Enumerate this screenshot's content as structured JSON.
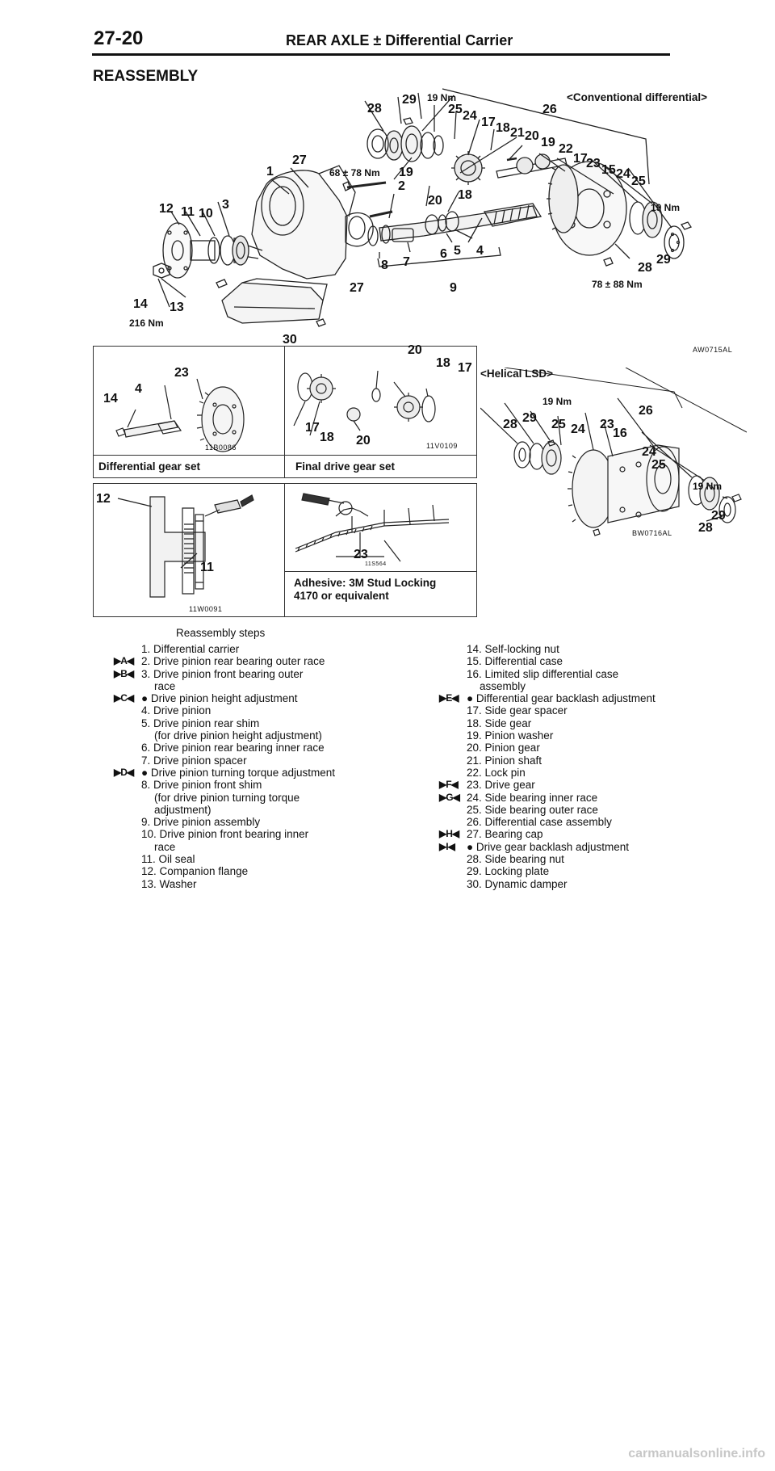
{
  "header": {
    "page_number": "27-20",
    "title": "REAR AXLE ± Differential Carrier"
  },
  "section_title": "REASSEMBLY",
  "diagram_main": {
    "variant_label": "<Conventional differential>",
    "code": "AW0715AL",
    "torques": {
      "t19a": "19 Nm",
      "t68": "68 ± 78 Nm",
      "t19b": "19 Nm",
      "t78": "78 ± 88 Nm",
      "t216": "216 Nm"
    },
    "callouts": {
      "c28": "28",
      "c29": "29",
      "c25": "25",
      "c24": "24",
      "c17a": "17",
      "c18a": "18",
      "c21": "21",
      "c20a": "20",
      "c19a": "19",
      "c26": "26",
      "c22": "22",
      "c17b": "17",
      "c23": "23",
      "c15": "15",
      "c24b": "24",
      "c25b": "25",
      "c27": "27",
      "c1": "1",
      "c19b": "19",
      "c2": "2",
      "c20b": "20",
      "c18b": "18",
      "c3": "3",
      "c12": "12",
      "c11": "11",
      "c10": "10",
      "c8": "8",
      "c7": "7",
      "c6": "6",
      "c5": "5",
      "c4": "4",
      "c28b": "28",
      "c29b": "29",
      "c27b": "27",
      "c9": "9",
      "c14": "14",
      "c13": "13",
      "c30": "30"
    }
  },
  "diagram_sets": {
    "left_caption": "Differential gear set",
    "right_caption": "Final drive gear set",
    "left_code": "11B0086",
    "right_code": "11V0109",
    "left_callouts": {
      "a23": "23",
      "a4": "4",
      "a14": "14"
    },
    "right_callouts": {
      "b20a": "20",
      "b18a": "18",
      "b17a": "17",
      "b17b": "17",
      "b18b": "18",
      "b20b": "20"
    }
  },
  "diagram_seal": {
    "left_code": "11W0091",
    "right_code": "11S564",
    "left_callouts": {
      "s12": "12",
      "s11": "11"
    },
    "right_callouts": {
      "s23": "23"
    },
    "adhesive_caption_1": "Adhesive: 3M Stud Locking",
    "adhesive_caption_2": "4170 or equivalent"
  },
  "diagram_lsd": {
    "variant_label": "<Helical LSD>",
    "code": "BW0716AL",
    "torques": {
      "t19a": "19 Nm",
      "t19b": "19 Nm"
    },
    "callouts": {
      "l28": "28",
      "l29": "29",
      "l25": "25",
      "l24": "24",
      "l23": "23",
      "l26": "26",
      "l16": "16",
      "l24b": "24",
      "l25b": "25",
      "l29b": "29",
      "l28b": "28"
    }
  },
  "steps": {
    "heading": "Reassembly steps",
    "left": [
      {
        "mark": "",
        "text": "1. Differential carrier"
      },
      {
        "mark": "▶A◀",
        "text": "2. Drive pinion rear bearing outer race"
      },
      {
        "mark": "▶B◀",
        "text": "3. Drive pinion front bearing outer"
      },
      {
        "mark": "",
        "text": "race",
        "indent": true
      },
      {
        "mark": "▶C◀",
        "text": "●  Drive pinion height adjustment"
      },
      {
        "mark": "",
        "text": "4. Drive pinion"
      },
      {
        "mark": "",
        "text": "5. Drive pinion rear shim"
      },
      {
        "mark": "",
        "text": "(for drive pinion height adjustment)",
        "indent": true
      },
      {
        "mark": "",
        "text": "6. Drive pinion rear bearing inner race"
      },
      {
        "mark": "",
        "text": "7. Drive pinion spacer"
      },
      {
        "mark": "▶D◀",
        "text": "●  Drive pinion turning torque adjustment"
      },
      {
        "mark": "",
        "text": "8. Drive pinion front shim"
      },
      {
        "mark": "",
        "text": "(for drive pinion turning torque",
        "indent": true
      },
      {
        "mark": "",
        "text": "adjustment)",
        "indent": true
      },
      {
        "mark": "",
        "text": "9. Drive pinion assembly"
      },
      {
        "mark": "",
        "text": "10. Drive pinion front bearing inner"
      },
      {
        "mark": "",
        "text": "race",
        "indent": true
      },
      {
        "mark": "",
        "text": "11. Oil seal"
      },
      {
        "mark": "",
        "text": "12. Companion flange"
      },
      {
        "mark": "",
        "text": "13. Washer"
      }
    ],
    "right": [
      {
        "mark": "",
        "text": "14. Self-locking nut"
      },
      {
        "mark": "",
        "text": "15. Differential case"
      },
      {
        "mark": "",
        "text": "16. Limited slip differential case"
      },
      {
        "mark": "",
        "text": "assembly",
        "indent": true
      },
      {
        "mark": "▶E◀",
        "text": "●  Differential gear backlash adjustment"
      },
      {
        "mark": "",
        "text": "17. Side gear spacer"
      },
      {
        "mark": "",
        "text": "18. Side gear"
      },
      {
        "mark": "",
        "text": "19. Pinion washer"
      },
      {
        "mark": "",
        "text": "20. Pinion gear"
      },
      {
        "mark": "",
        "text": "21. Pinion shaft"
      },
      {
        "mark": "",
        "text": "22. Lock pin"
      },
      {
        "mark": "▶F◀",
        "text": "23. Drive gear"
      },
      {
        "mark": "▶G◀",
        "text": "24. Side bearing inner race"
      },
      {
        "mark": "",
        "text": "25. Side bearing outer race"
      },
      {
        "mark": "",
        "text": "26. Differential case assembly"
      },
      {
        "mark": "▶H◀",
        "text": "27. Bearing cap"
      },
      {
        "mark": "▶I◀",
        "text": "●  Drive gear backlash adjustment"
      },
      {
        "mark": "",
        "text": "28. Side bearing nut"
      },
      {
        "mark": "",
        "text": "29. Locking plate"
      },
      {
        "mark": "",
        "text": "30. Dynamic damper"
      }
    ]
  },
  "footer": {
    "watermark": "carmanualsonline.info"
  }
}
